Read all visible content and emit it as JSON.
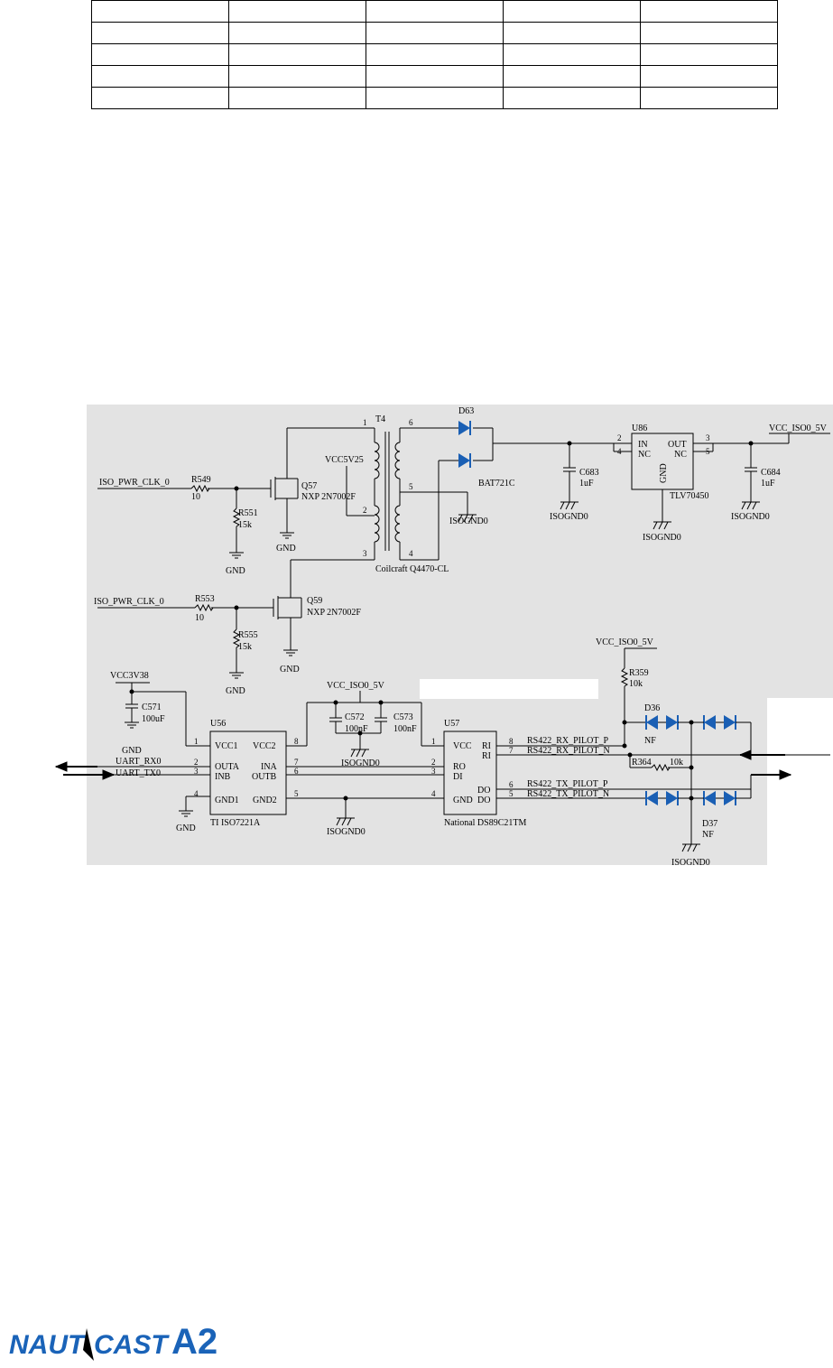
{
  "table": {
    "rows": 5,
    "cols": 5
  },
  "schematic": {
    "nets": {
      "iso_pwr_clk_0_a": "ISO_PWR_CLK_0",
      "iso_pwr_clk_0_b": "ISO_PWR_CLK_0",
      "vcc_iso0_5v_out": "VCC_ISO0_5V",
      "vcc_iso0_5v_pull": "VCC_ISO0_5V",
      "vcc_iso0_5v_mid": "VCC_ISO0_5V",
      "vcc5v25": "VCC5V25",
      "vcc3v38": "VCC3V38",
      "uart_rx0": "UART_RX0",
      "uart_tx0": "UART_TX0",
      "rx_p": "RS422_RX_PILOT_P",
      "rx_n": "RS422_RX_PILOT_N",
      "tx_p": "RS422_TX_PILOT_P",
      "tx_n": "RS422_TX_PILOT_N"
    },
    "grounds": {
      "gnd": "GND",
      "isognd0": "ISOGND0"
    },
    "components": {
      "r549": "R549",
      "r549v": "10",
      "r551": "R551",
      "r551v": "15k",
      "r553": "R553",
      "r553v": "10",
      "r555": "R555",
      "r555v": "15k",
      "q57": "Q57",
      "q57v": "NXP 2N7002F",
      "q59": "Q59",
      "q59v": "NXP 2N7002F",
      "t4": "T4",
      "t4v": "Coilcraft Q4470-CL",
      "d63": "D63",
      "d63v": "BAT721C",
      "c683": "C683",
      "c683v": "1uF",
      "u86": "U86",
      "u86v": "TLV70450",
      "c684": "C684",
      "c684v": "1uF",
      "c571": "C571",
      "c571v": "100uF",
      "c572": "C572",
      "c572v": "100nF",
      "c573": "C573",
      "c573v": "100nF",
      "u56": "U56",
      "u56v": "TI ISO7221A",
      "u57": "U57",
      "u57v": "National DS89C21TM",
      "r359": "R359",
      "r359v": "10k",
      "r364": "R364",
      "r364v": "10k",
      "d36": "D36",
      "d36v": "NF",
      "d37": "D37",
      "d37v": "NF"
    },
    "u86_pins": {
      "in": "IN",
      "nc1": "NC",
      "out": "OUT",
      "nc2": "NC",
      "gnd": "GND"
    },
    "u56_pins": {
      "vcc1": "VCC1",
      "vcc2": "VCC2",
      "outa": "OUTA",
      "ina": "INA",
      "inb": "INB",
      "outb": "OUTB",
      "gnd1": "GND1",
      "gnd2": "GND2"
    },
    "u57_pins": {
      "vcc": "VCC",
      "ro": "RO",
      "di": "DI",
      "gnd": "GND",
      "ri1": "RI",
      "ri2": "RI",
      "do1": "DO",
      "do2": "DO"
    }
  },
  "logo": {
    "brand": "NAUTICAST",
    "model": "A2"
  }
}
